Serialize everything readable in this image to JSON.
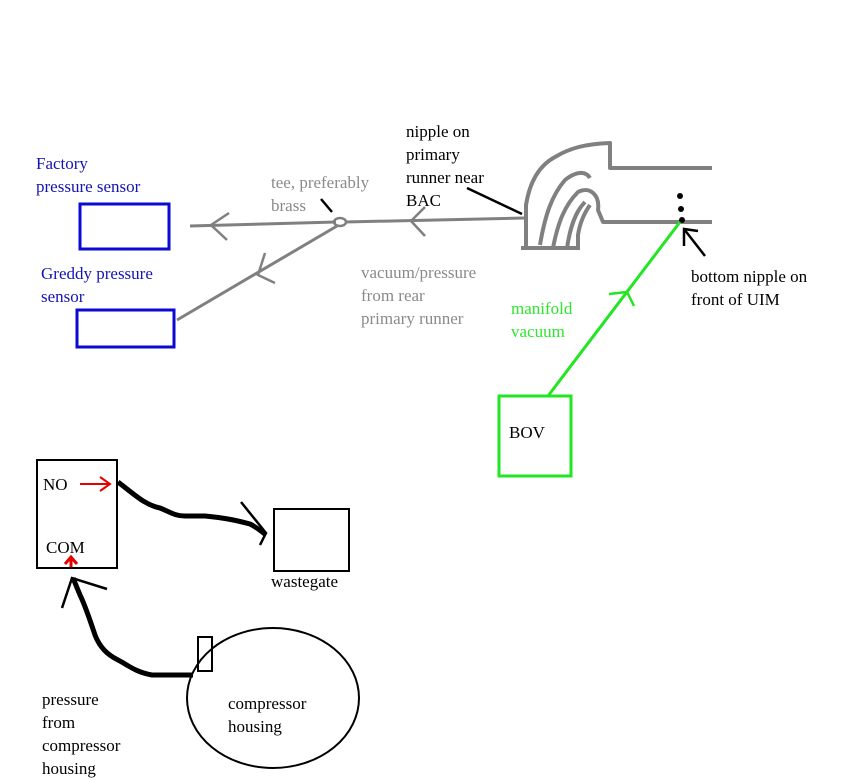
{
  "colors": {
    "sensor_box": "#0a0ad2",
    "hose_gray": "#808080",
    "manifold_vacuum": "#22e622",
    "solenoid_hose": "#000000",
    "port_arrow": "#e60000"
  },
  "labels": {
    "factory_sensor": "Factory\npressure sensor",
    "greddy_sensor": "Greddy pressure\nsensor",
    "tee": "tee, preferably\nbrass",
    "nipple_primary": "nipple on\nprimary\nrunner near\nBAC",
    "vacuum_pressure": "vacuum/pressure\nfrom rear\nprimary runner",
    "manifold_vacuum": "manifold\nvacuum",
    "bottom_nipple": "bottom nipple on\nfront of UIM",
    "bov": "BOV",
    "solenoid_no": "NO",
    "solenoid_com": "COM",
    "wastegate": "wastegate",
    "compressor_housing": "compressor\nhousing",
    "pressure_from_compressor": "pressure\nfrom\ncompressor\nhousing"
  },
  "components": [
    {
      "id": "factory-pressure-sensor",
      "label_key": "factory_sensor"
    },
    {
      "id": "greddy-pressure-sensor",
      "label_key": "greddy_sensor"
    },
    {
      "id": "tee-fitting",
      "label_key": "tee"
    },
    {
      "id": "upper-intake-manifold",
      "label_key": "nipple_primary"
    },
    {
      "id": "bov",
      "label_key": "bov"
    },
    {
      "id": "boost-solenoid",
      "label_key": "solenoid_no"
    },
    {
      "id": "wastegate",
      "label_key": "wastegate"
    },
    {
      "id": "compressor-housing",
      "label_key": "compressor_housing"
    }
  ],
  "connections": [
    {
      "from": "nipple on primary runner near BAC",
      "to": "tee",
      "color": "gray"
    },
    {
      "from": "tee",
      "to": "Factory pressure sensor",
      "color": "gray"
    },
    {
      "from": "tee",
      "to": "Greddy pressure sensor",
      "color": "gray"
    },
    {
      "from": "BOV",
      "to": "bottom nipple on front of UIM",
      "color": "green"
    },
    {
      "from": "compressor housing",
      "to": "COM",
      "color": "black"
    },
    {
      "from": "NO",
      "to": "wastegate",
      "color": "black"
    }
  ]
}
